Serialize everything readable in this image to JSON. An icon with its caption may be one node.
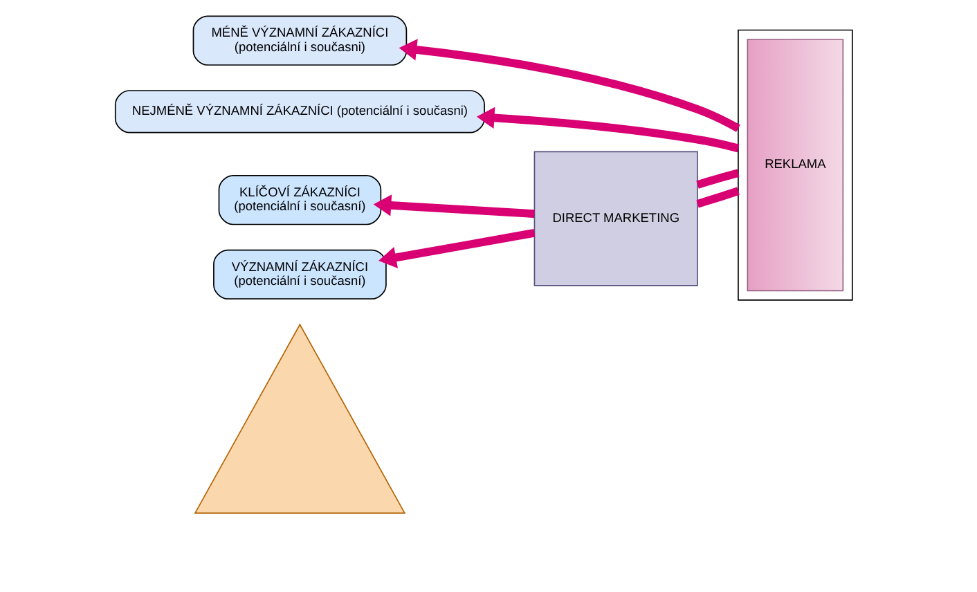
{
  "diagram": {
    "nodes": [
      {
        "text": [],
        "shape": "triangle"
      },
      {
        "text": [
          "KLÍČOVÍ ZÁKAZNÍCI",
          "(potenciální i současní)"
        ]
      },
      {
        "text": [
          "VÝZNAMNÍ ZÁKAZNÍCI",
          "(potenciální i současní)"
        ]
      },
      {
        "text": [
          "MÉNĚ VÝZNAMNÍ ZÁKAZNÍCI",
          "(potenciální i současni)"
        ]
      },
      {
        "text": [
          "NEJMÉNĚ VÝZNAMNÍ ZÁKAZNÍCI (potenciální i současni)"
        ]
      },
      {
        "text": [
          "DIRECT MARKETING"
        ]
      },
      {
        "text": [],
        "shape": "box"
      },
      {
        "text": [
          "REKLAMA"
        ],
        "in": 6
      }
    ],
    "edges": [
      {
        "from": 6,
        "to": 5,
        "arrow": "none"
      },
      {
        "from": 6,
        "to": 5,
        "arrow": "none"
      },
      {
        "from": 5,
        "to": 1,
        "arrow": "to"
      },
      {
        "from": 5,
        "to": 2,
        "arrow": "to"
      },
      {
        "from": 6,
        "to": 3,
        "arrow": "to"
      },
      {
        "from": 6,
        "to": 4,
        "arrow": "to"
      }
    ]
  }
}
